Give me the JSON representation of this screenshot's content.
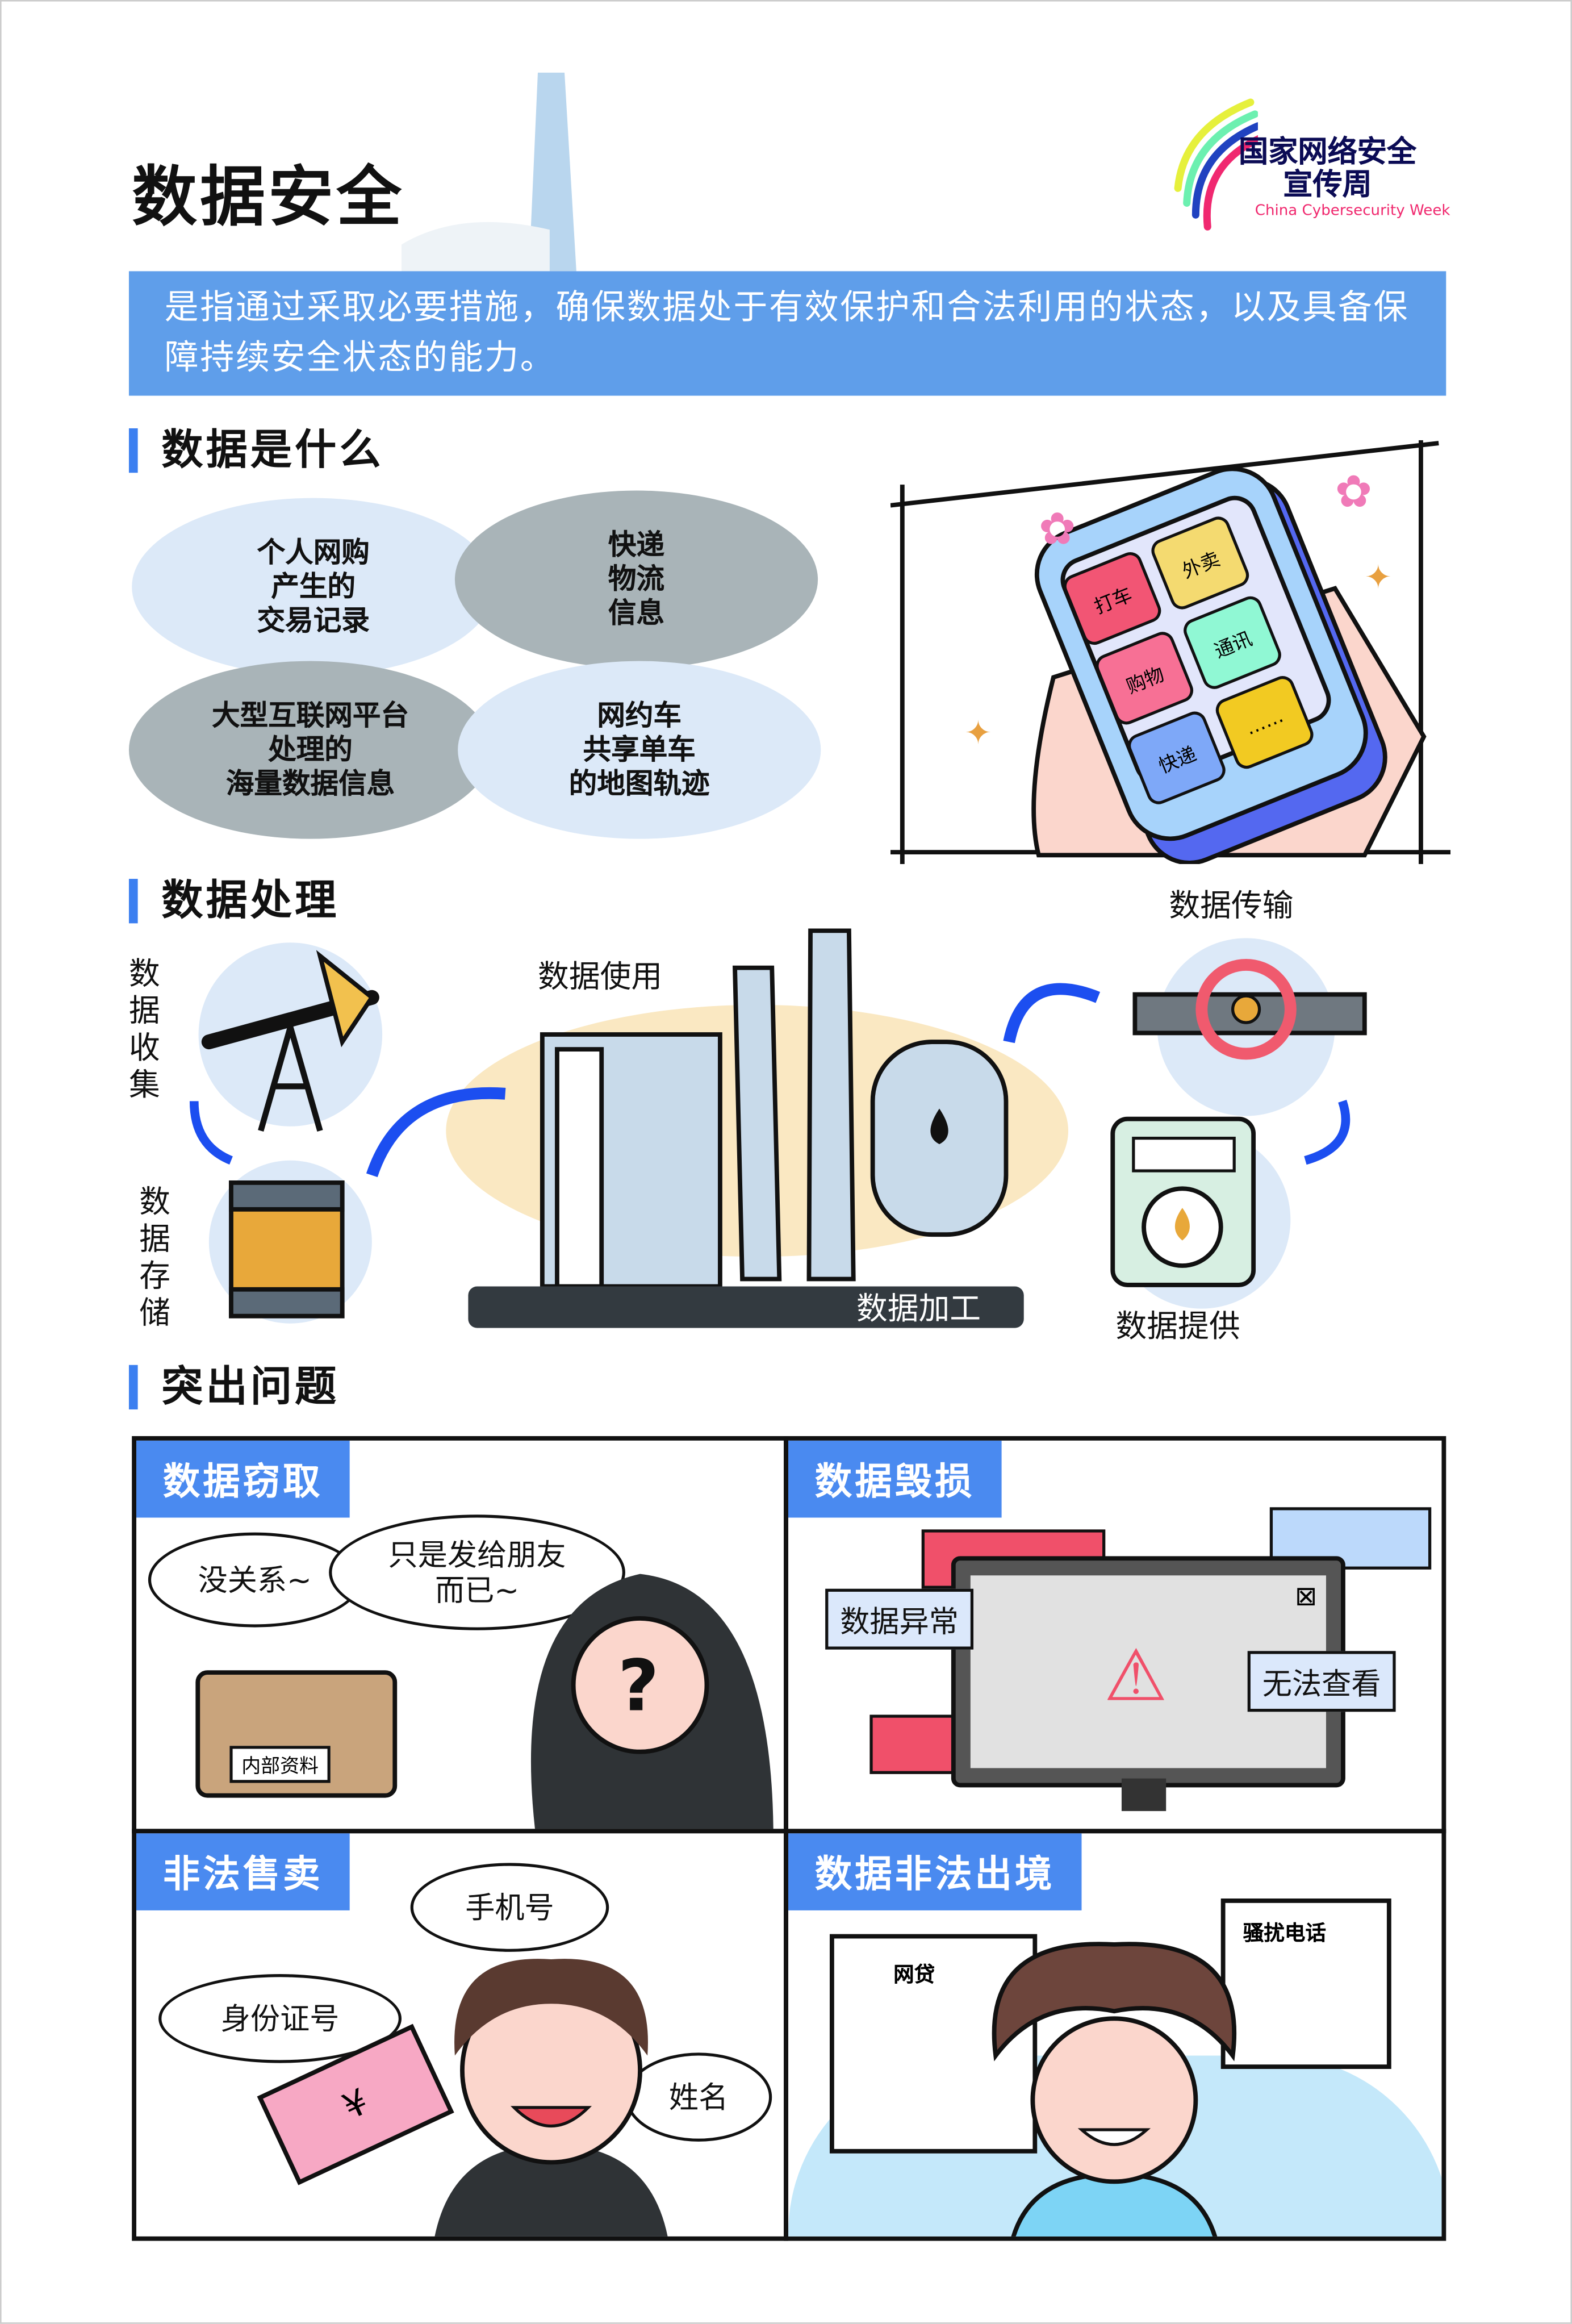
{
  "title": "数据安全",
  "logo": {
    "cn_line1": "国家网络安全",
    "cn_line2": "宣传周",
    "en": "China Cybersecurity Week"
  },
  "definition": "是指通过采取必要措施，确保数据处于有效保护和合法利用的状态，以及具备保障持续安全状态的能力。",
  "section1": {
    "heading": "数据是什么",
    "items": [
      "个人网购\n产生的\n交易记录",
      "快递\n物流\n信息",
      "大型互联网平台\n处理的\n海量数据信息",
      "网约车\n共享单车\n的地图轨迹"
    ],
    "phone_apps": [
      "打车",
      "外卖",
      "购物",
      "通讯",
      "快递",
      "……"
    ]
  },
  "section2": {
    "heading": "数据处理",
    "steps": {
      "collect": "数据收集",
      "store": "数据存储",
      "use": "数据使用",
      "process": "数据加工",
      "transfer": "数据传输",
      "provide": "数据提供"
    }
  },
  "section3": {
    "heading": "突出问题",
    "panels": [
      {
        "title": "数据窃取",
        "bubbles": [
          "没关系~",
          "只是发给朋友而已~"
        ],
        "doc_label": "内部资料"
      },
      {
        "title": "数据毁损",
        "labels": [
          "数据异常",
          "无法查看"
        ]
      },
      {
        "title": "非法售卖",
        "bubbles": [
          "手机号",
          "身份证号",
          "姓名"
        ],
        "money_symbol": "¥"
      },
      {
        "title": "数据非法出境",
        "papers": [
          "网贷",
          "骚扰电话"
        ]
      }
    ]
  },
  "colors": {
    "accent": "#4a8af0",
    "banner": "#5f9eea",
    "light_blue": "#dce9f8",
    "gray": "#a9b4b8"
  }
}
